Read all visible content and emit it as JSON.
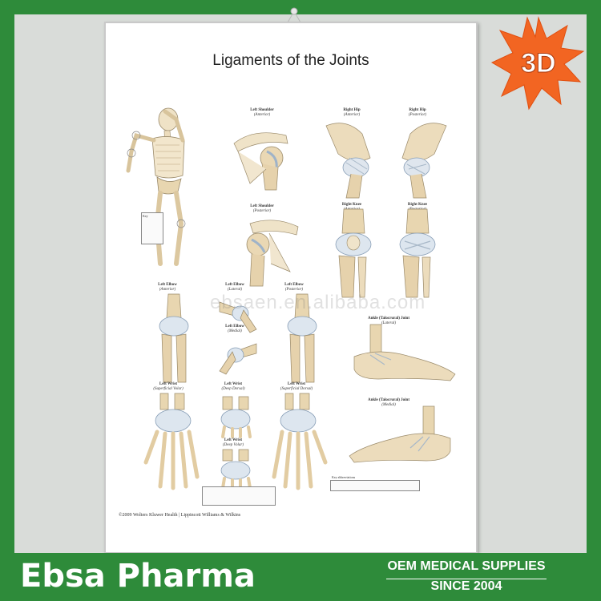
{
  "poster": {
    "title": "Ligaments of the Joints",
    "copyright": "©2009 Wolters Kluwer Health  |  Lippincott Williams & Wilkins",
    "watermark": "ebsaen.en.alibaba.com",
    "panels": {
      "shoulder_anterior": {
        "title": "Left Shoulder",
        "view": "(Anterior)"
      },
      "hip_anterior": {
        "title": "Right Hip",
        "view": "(Anterior)"
      },
      "hip_posterior": {
        "title": "Right Hip",
        "view": "(Posterior)"
      },
      "shoulder_posterior": {
        "title": "Left Shoulder",
        "view": "(Posterior)"
      },
      "knee_anterior": {
        "title": "Right Knee",
        "view": "(Anterior)"
      },
      "knee_posterior": {
        "title": "Right Knee",
        "view": "(Posterior)"
      },
      "elbow_anterior": {
        "title": "Left Elbow",
        "view": "(Anterior)"
      },
      "elbow_lateral": {
        "title": "Left Elbow",
        "view": "(Lateral)"
      },
      "elbow_medial": {
        "title": "Left Elbow",
        "view": "(Medial)"
      },
      "elbow_posterior": {
        "title": "Left Elbow",
        "view": "(Posterior)"
      },
      "ankle_lateral": {
        "title": "Ankle (Talocrural) Joint",
        "view": "(Lateral)"
      },
      "ankle_medial": {
        "title": "Ankle (Talocrural) Joint",
        "view": "(Medial)"
      },
      "wrist_superficial_volar": {
        "title": "Left Wrist",
        "view": "(Superficial Volar)"
      },
      "wrist_deep_dorsal": {
        "title": "Left Wrist",
        "view": "(Deep Dorsal)"
      },
      "wrist_deep_volar": {
        "title": "Left Wrist",
        "view": "(Deep Volar)"
      },
      "wrist_superficial_dorsal": {
        "title": "Left Wrist",
        "view": "(Superficial Dorsal)"
      }
    },
    "key_label": "Key abbreviations",
    "key_left_label": "Key"
  },
  "badge": {
    "label": "3D",
    "color": "#f26522"
  },
  "footer": {
    "brand": "Ebsa Pharma",
    "slogan_top": "OEM MEDICAL SUPPLIES",
    "slogan_bottom": "SINCE 2004",
    "color": "#2e8b3a"
  }
}
